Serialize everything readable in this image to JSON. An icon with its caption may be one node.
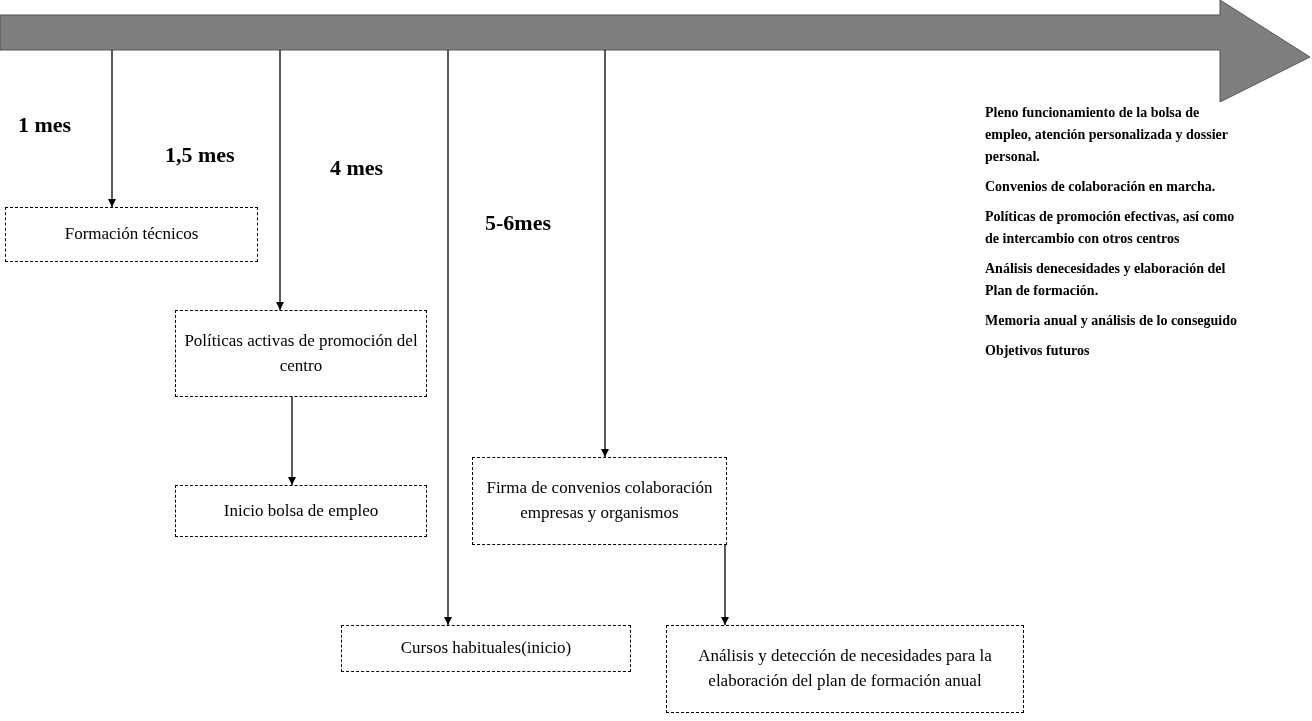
{
  "diagram": {
    "nodes": [
      {
        "text": [],
        "shape": "arrow"
      },
      {
        "text": [
          "Formación técnicos"
        ]
      },
      {
        "text": [
          "Políticas activas de promoción del centro"
        ]
      },
      {
        "text": [
          "Inicio bolsa de empleo"
        ]
      },
      {
        "text": [
          "Firma de convenios colaboración empresas y organismos"
        ]
      },
      {
        "text": [
          "Cursos habituales(inicio)"
        ]
      },
      {
        "text": [
          "Análisis y detección de necesidades para la elaboración del plan de formación anual"
        ]
      }
    ],
    "edges": [
      {
        "from": 0,
        "to": 1,
        "arrow": "to"
      },
      {
        "from": 0,
        "to": 2,
        "arrow": "to"
      },
      {
        "from": 0,
        "to": 5,
        "arrow": "to"
      },
      {
        "from": 0,
        "to": 4,
        "arrow": "to"
      },
      {
        "from": 2,
        "to": 3,
        "arrow": "to"
      },
      {
        "from": 4,
        "to": 6,
        "arrow": "to"
      }
    ],
    "labels": [
      "1 mes",
      "1,5 mes",
      "4 mes",
      "5-6mes",
      "Pleno funcionamiento de la bolsa de empleo, atención personalizada y dossier personal.",
      "Convenios de colaboración en marcha.",
      "Políticas de promoción efectivas, así como de intercambio con otros centros",
      "Análisis denecesidades y elaboración del Plan de formación.",
      "Memoria anual y análisis de lo conseguido",
      "Objetivos futuros"
    ]
  }
}
